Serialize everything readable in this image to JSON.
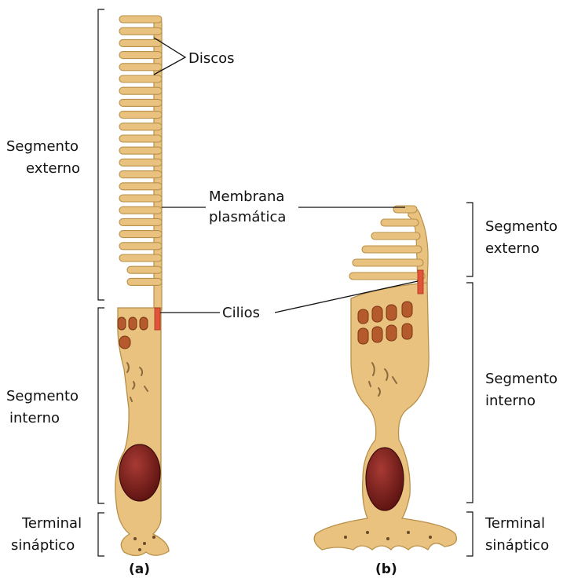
{
  "labels": {
    "discos": "Discos",
    "membrana_line1": "Membrana",
    "membrana_line2": "plasmática",
    "cilios": "Cilios",
    "rod_outer_line1": "Segmento",
    "rod_outer_line2": "externo",
    "rod_inner_line1": "Segmento",
    "rod_inner_line2": "interno",
    "rod_terminal_line1": "Terminal",
    "rod_terminal_line2": "sináptico",
    "cone_outer_line1": "Segmento",
    "cone_outer_line2": "externo",
    "cone_inner_line1": "Segmento",
    "cone_inner_line2": "interno",
    "cone_terminal_line1": "Terminal",
    "cone_terminal_line2": "sináptico"
  },
  "captions": {
    "a": "(a)",
    "b": "(b)"
  },
  "colors": {
    "cell_fill": "#e8c27e",
    "cell_outline": "#b8904a",
    "nucleus": "#7a1f1c",
    "mitochondria": "#b55a2c",
    "cilium": "#e2553a"
  }
}
